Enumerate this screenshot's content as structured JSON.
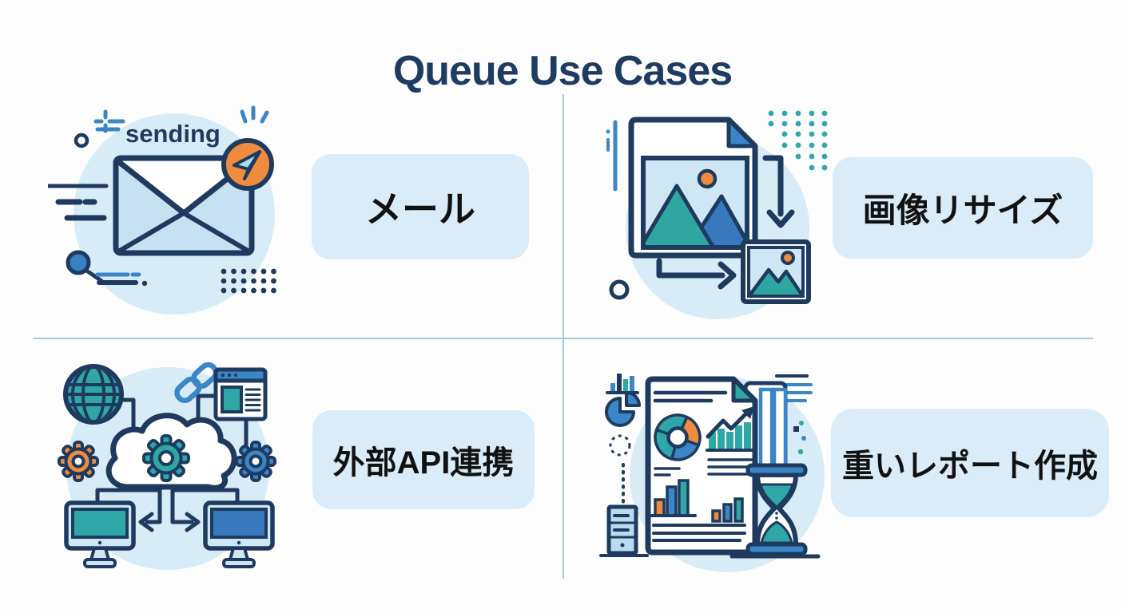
{
  "title": "Queue Use Cases",
  "quadrants": [
    {
      "id": "email",
      "label": "メール",
      "icon": "email-sending-illustration",
      "icon_text": "sending"
    },
    {
      "id": "image-resize",
      "label": "画像リサイズ",
      "icon": "image-resize-illustration"
    },
    {
      "id": "external-api",
      "label": "外部API連携",
      "icon": "external-api-illustration"
    },
    {
      "id": "heavy-report",
      "label": "重いレポート作成",
      "icon": "heavy-report-illustration"
    }
  ],
  "colors": {
    "title_text": "#1d3b63",
    "navy_outline": "#1e3a5f",
    "blue_accent": "#3a86c6",
    "teal_accent": "#2fa7a7",
    "orange_accent": "#ee8b3e",
    "icon_circle_bg": "#d8ecf7",
    "label_pill_bg": "#d9ecf8",
    "label_text": "#111111",
    "divider": "#aac8dc",
    "page_bg": "#fdfdfd"
  }
}
